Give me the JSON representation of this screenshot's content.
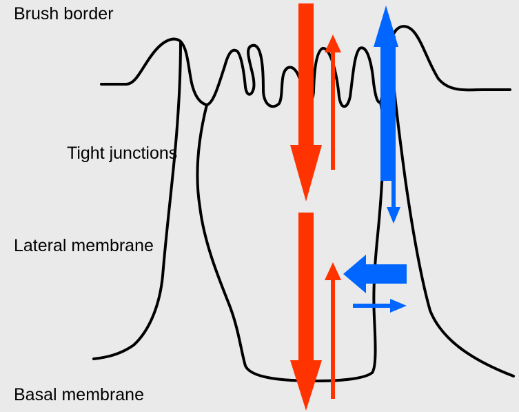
{
  "labels": {
    "brush_border": "Brush border",
    "tight_junctions": "Tight junctions",
    "lateral_membrane": "Lateral membrane",
    "basal_membrane": "Basal membrane"
  },
  "colors": {
    "background": "#eaeaea",
    "outline": "#000000",
    "red_arrow": "#ff3300",
    "blue_arrow": "#0066ff"
  },
  "arrows": [
    {
      "name": "large-red-down-arrow-upper",
      "direction": "down",
      "color": "red"
    },
    {
      "name": "thin-red-up-arrow-upper",
      "direction": "up",
      "color": "red"
    },
    {
      "name": "large-blue-up-arrow",
      "direction": "up",
      "color": "blue"
    },
    {
      "name": "thin-blue-down-arrow",
      "direction": "down",
      "color": "blue"
    },
    {
      "name": "large-red-down-arrow-lower",
      "direction": "down",
      "color": "red"
    },
    {
      "name": "thin-red-up-arrow-lower",
      "direction": "up",
      "color": "red"
    },
    {
      "name": "large-blue-left-arrow",
      "direction": "left",
      "color": "blue"
    },
    {
      "name": "thin-blue-right-arrow",
      "direction": "right",
      "color": "blue"
    }
  ]
}
